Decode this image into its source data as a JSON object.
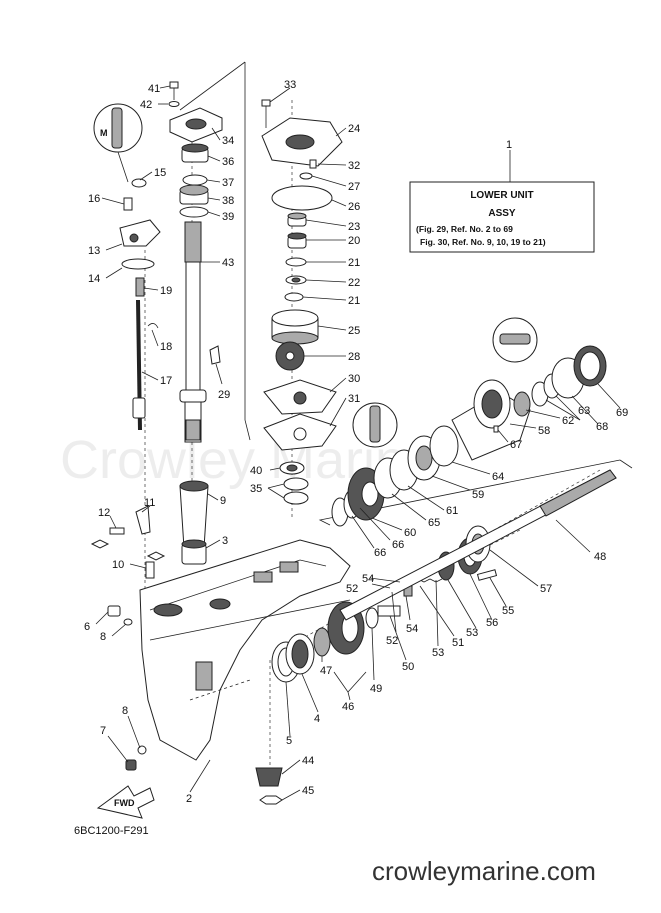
{
  "info_box": {
    "ref": "1",
    "title_line1": "LOWER UNIT",
    "title_line2": "ASSY",
    "note_line1": "(Fig. 29, Ref. No. 2 to 69",
    "note_line2": "Fig. 30, Ref. No. 9, 10, 19 to 21)"
  },
  "diagram_code": "6BC1200-F291",
  "site": "crowleymarine.com",
  "watermark": "Crowley Marine",
  "fwd_label": "FWD",
  "part_labels": [
    {
      "id": "p41",
      "text": "41"
    },
    {
      "id": "p42",
      "text": "42"
    },
    {
      "id": "p34",
      "text": "34"
    },
    {
      "id": "p36",
      "text": "36"
    },
    {
      "id": "p37",
      "text": "37"
    },
    {
      "id": "p38",
      "text": "38"
    },
    {
      "id": "p39",
      "text": "39"
    },
    {
      "id": "p43",
      "text": "43"
    },
    {
      "id": "p15",
      "text": "15"
    },
    {
      "id": "p16",
      "text": "16"
    },
    {
      "id": "p13",
      "text": "13"
    },
    {
      "id": "p14",
      "text": "14"
    },
    {
      "id": "p19",
      "text": "19"
    },
    {
      "id": "p18",
      "text": "18"
    },
    {
      "id": "p17",
      "text": "17"
    },
    {
      "id": "p29",
      "text": "29"
    },
    {
      "id": "p33",
      "text": "33"
    },
    {
      "id": "p24",
      "text": "24"
    },
    {
      "id": "p32",
      "text": "32"
    },
    {
      "id": "p27",
      "text": "27"
    },
    {
      "id": "p26",
      "text": "26"
    },
    {
      "id": "p23",
      "text": "23"
    },
    {
      "id": "p20",
      "text": "20"
    },
    {
      "id": "p21a",
      "text": "21"
    },
    {
      "id": "p22",
      "text": "22"
    },
    {
      "id": "p21b",
      "text": "21"
    },
    {
      "id": "p25",
      "text": "25"
    },
    {
      "id": "p28",
      "text": "28"
    },
    {
      "id": "p30",
      "text": "30"
    },
    {
      "id": "p31",
      "text": "31"
    },
    {
      "id": "p40",
      "text": "40"
    },
    {
      "id": "p35",
      "text": "35"
    },
    {
      "id": "p9",
      "text": "9"
    },
    {
      "id": "p3",
      "text": "3"
    },
    {
      "id": "p11",
      "text": "11"
    },
    {
      "id": "p12",
      "text": "12"
    },
    {
      "id": "p10",
      "text": "10"
    },
    {
      "id": "p6",
      "text": "6"
    },
    {
      "id": "p8a",
      "text": "8"
    },
    {
      "id": "p8b",
      "text": "8"
    },
    {
      "id": "p7",
      "text": "7"
    },
    {
      "id": "p2",
      "text": "2"
    },
    {
      "id": "p5",
      "text": "5"
    },
    {
      "id": "p4",
      "text": "4"
    },
    {
      "id": "p47",
      "text": "47"
    },
    {
      "id": "p46",
      "text": "46"
    },
    {
      "id": "p44",
      "text": "44"
    },
    {
      "id": "p45",
      "text": "45"
    },
    {
      "id": "p49",
      "text": "49"
    },
    {
      "id": "p50",
      "text": "50"
    },
    {
      "id": "p52a",
      "text": "52"
    },
    {
      "id": "p54a",
      "text": "54"
    },
    {
      "id": "p52b",
      "text": "52"
    },
    {
      "id": "p54b",
      "text": "54"
    },
    {
      "id": "p51",
      "text": "51"
    },
    {
      "id": "p53a",
      "text": "53"
    },
    {
      "id": "p53b",
      "text": "53"
    },
    {
      "id": "p56",
      "text": "56"
    },
    {
      "id": "p55",
      "text": "55"
    },
    {
      "id": "p57",
      "text": "57"
    },
    {
      "id": "p48",
      "text": "48"
    },
    {
      "id": "p66a",
      "text": "66"
    },
    {
      "id": "p66b",
      "text": "66"
    },
    {
      "id": "p60",
      "text": "60"
    },
    {
      "id": "p65",
      "text": "65"
    },
    {
      "id": "p61",
      "text": "61"
    },
    {
      "id": "p59",
      "text": "59"
    },
    {
      "id": "p64",
      "text": "64"
    },
    {
      "id": "p67",
      "text": "67"
    },
    {
      "id": "p58",
      "text": "58"
    },
    {
      "id": "p62",
      "text": "62"
    },
    {
      "id": "p63",
      "text": "63"
    },
    {
      "id": "p68",
      "text": "68"
    },
    {
      "id": "p69",
      "text": "69"
    },
    {
      "id": "p1",
      "text": "1"
    }
  ],
  "colors": {
    "line": "#222222",
    "background": "#ffffff",
    "shade": "#555555"
  }
}
